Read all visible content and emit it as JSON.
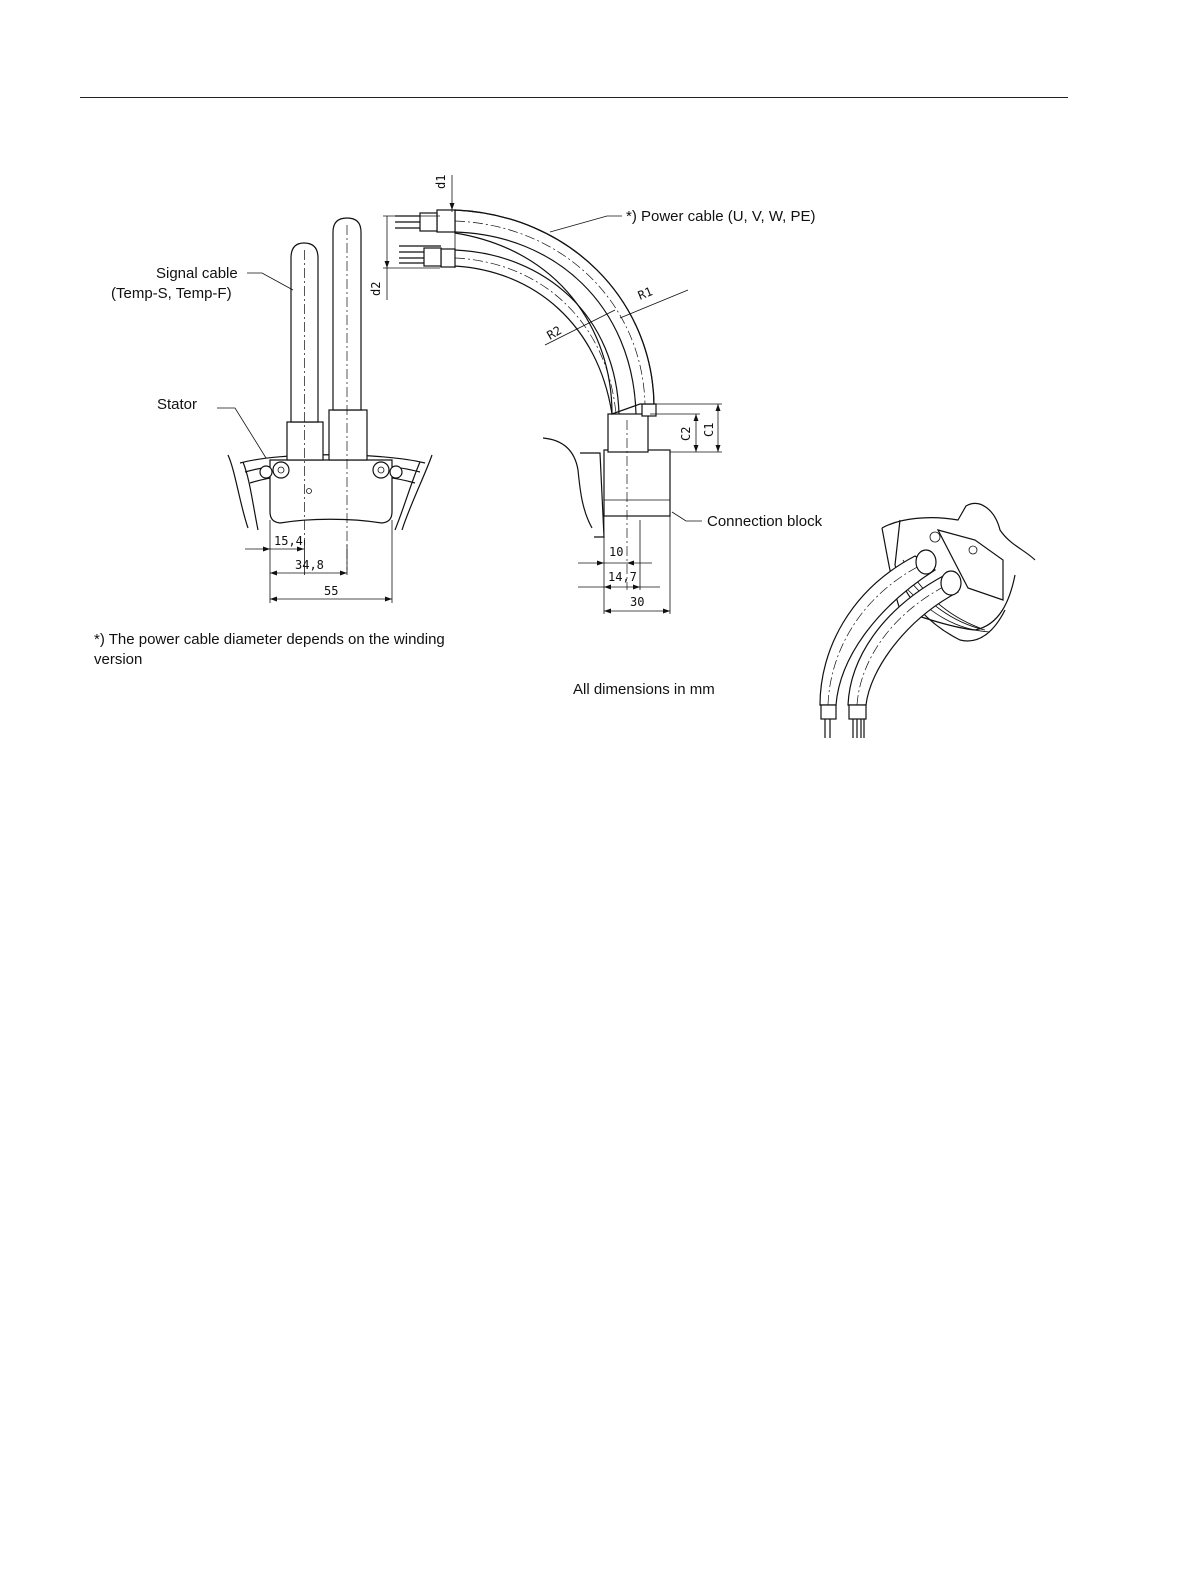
{
  "labels": {
    "signal_cable_line1": "Signal cable",
    "signal_cable_line2": "(Temp-S, Temp-F)",
    "stator": "Stator",
    "power_cable": "*) Power cable (U, V, W, PE)",
    "connection_block": "Connection block",
    "footnote": "*) The power cable diameter depends on the winding version",
    "all_dimensions": "All dimensions in mm"
  },
  "dimensions": {
    "d1": "d1",
    "d2": "d2",
    "r1": "R1",
    "r2": "R2",
    "c1": "C1",
    "c2": "C2",
    "w_15_4": "15,4",
    "w_34_8": "34,8",
    "w_55": "55",
    "w_10": "10",
    "w_14_7": "14,7",
    "w_30": "30"
  }
}
